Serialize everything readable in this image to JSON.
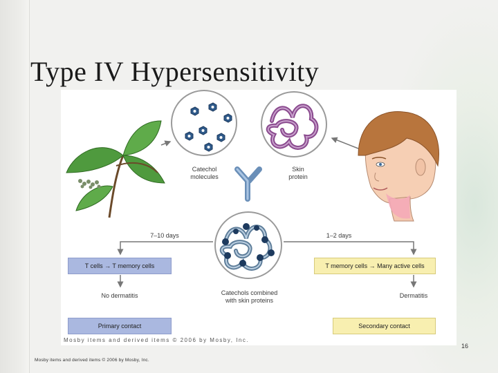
{
  "slide": {
    "title": "Type IV Hypersensitivity",
    "page_number": "16",
    "footer": "Mosby items and derived items © 2006 by Mosby, Inc."
  },
  "figure": {
    "credit": "Mosby items and derived items © 2006 by Mosby, Inc.",
    "labels": {
      "catechol": "Catechol\nmolecules",
      "skin_protein": "Skin\nprotein",
      "days_primary": "7–10 days",
      "days_secondary": "1–2 days",
      "combined": "Catechols combined\nwith skin proteins",
      "no_dermatitis": "No dermatitis",
      "dermatitis": "Dermatitis"
    },
    "boxes": {
      "t_cells": "T cells → T memory cells",
      "t_memory": "T memory cells → Many active cells",
      "primary": "Primary contact",
      "secondary": "Secondary contact"
    },
    "colors": {
      "primary_box": "#aab8e0",
      "secondary_box": "#f8efb0",
      "catechol": "#2f5a8a",
      "skin_protein": "#8a4a8e",
      "leaf": "#4f9a3e"
    }
  }
}
